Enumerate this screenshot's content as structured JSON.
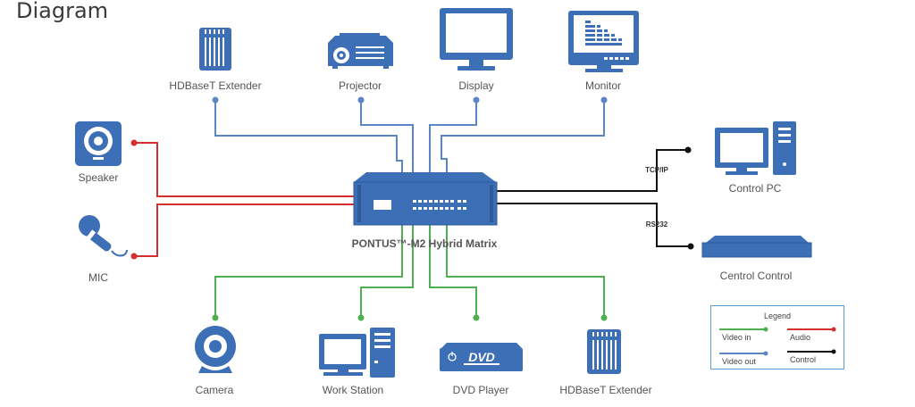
{
  "title": "Diagram",
  "devices": {
    "hdbaset_top": "HDBaseT Extender",
    "projector": "Projector",
    "display": "Display",
    "monitor": "Monitor",
    "speaker": "Speaker",
    "mic": "MIC",
    "control_pc": "Control PC",
    "central_control": "Centrol Control",
    "camera": "Camera",
    "work_station": "Work Station",
    "dvd_player": "DVD Player",
    "hdbaset_bottom": "HDBaseT Extender",
    "dvd_text": "DVD"
  },
  "matrix": {
    "label": "PONTUS™-M2 Hybrid Matrix"
  },
  "connections": {
    "tcpip": "TCP/IP",
    "rs232": "RS232"
  },
  "legend": {
    "title": "Legend",
    "video_in": "Video in",
    "audio": "Audio",
    "video_out": "Video out",
    "control": "Control"
  },
  "colors": {
    "device_blue": "#3d6fb6",
    "video_out": "#5b85c5",
    "video_in": "#4caf50",
    "audio": "#d32f2f",
    "control": "#111111"
  }
}
